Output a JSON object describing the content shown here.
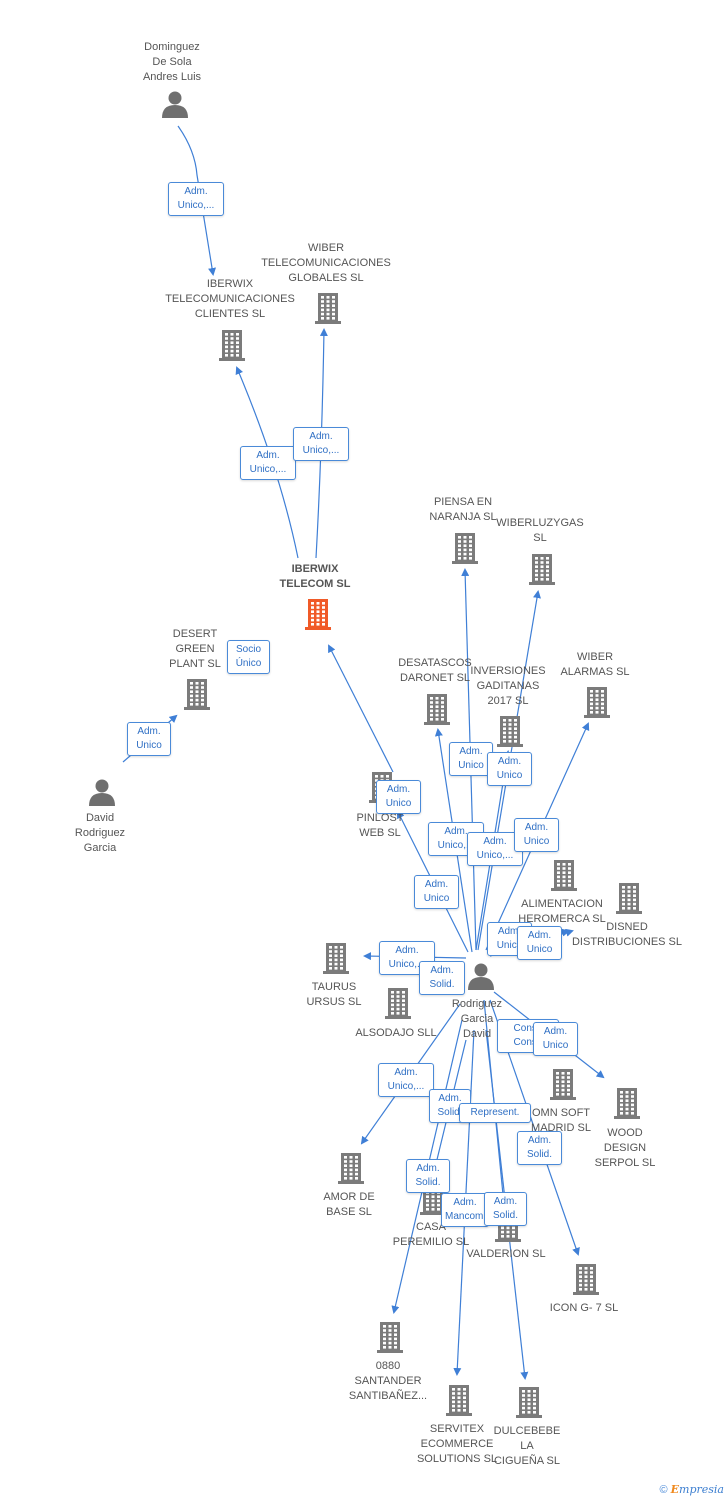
{
  "nodes": [
    {
      "id": "dominguez",
      "type": "person",
      "label": "Dominguez\nDe Sola\nAndres Luis"
    },
    {
      "id": "iberwix_cli",
      "type": "company",
      "label": "IBERWIX\nTELECOMUNICACIONES\nCLIENTES  SL"
    },
    {
      "id": "wiber_glob",
      "type": "company",
      "label": "WIBER\nTELECOMUNICACIONES\nGLOBALES  SL"
    },
    {
      "id": "iberwix_tel",
      "type": "main",
      "label": "IBERWIX\nTELECOM  SL"
    },
    {
      "id": "desert",
      "type": "company",
      "label": "DESERT\nGREEN\nPLANT  SL"
    },
    {
      "id": "david_rg",
      "type": "person",
      "label": "David\nRodriguez\nGarcia"
    },
    {
      "id": "piensa",
      "type": "company",
      "label": "PIENSA EN\nNARANJA SL"
    },
    {
      "id": "wiberluz",
      "type": "company",
      "label": "WIBERLUZYGAS\nSL"
    },
    {
      "id": "desatascos",
      "type": "company",
      "label": "DESATASCOS\nDARONET  SL"
    },
    {
      "id": "inversiones",
      "type": "company",
      "label": "INVERSIONES\nGADITANAS\n2017  SL"
    },
    {
      "id": "wiber_alarm",
      "type": "company",
      "label": "WIBER\nALARMAS  SL"
    },
    {
      "id": "pinlost",
      "type": "company",
      "label": "PINLOST\nWEB  SL"
    },
    {
      "id": "alimentacion",
      "type": "company",
      "label": "ALIMENTACION\nHEROMERCA SL"
    },
    {
      "id": "disned",
      "type": "company",
      "label": "DISNED\nDISTRIBUCIONES SL"
    },
    {
      "id": "rodriguez",
      "type": "person",
      "label": "Rodriguez\nGarcia\nDavid"
    },
    {
      "id": "taurus",
      "type": "company",
      "label": "TAURUS\nURSUS  SL"
    },
    {
      "id": "alsodajo",
      "type": "company",
      "label": "ALSODAJO SLL"
    },
    {
      "id": "omn",
      "type": "company",
      "label": "OMN SOFT\nMADRID SL"
    },
    {
      "id": "wood",
      "type": "company",
      "label": "WOOD\nDESIGN\nSERPOL  SL"
    },
    {
      "id": "amor",
      "type": "company",
      "label": "AMOR DE\nBASE  SL"
    },
    {
      "id": "casa",
      "type": "company",
      "label": "CASA\nPEREMILIO  SL"
    },
    {
      "id": "valderion",
      "type": "company",
      "label": "VALDERION  SL"
    },
    {
      "id": "icon",
      "type": "company",
      "label": "ICON G- 7  SL"
    },
    {
      "id": "santander",
      "type": "company",
      "label": "0880\nSANTANDER\nSANTIBAÑEZ..."
    },
    {
      "id": "servitex",
      "type": "company",
      "label": "SERVITEX\nECOMMERCE\nSOLUTIONS SL"
    },
    {
      "id": "dulcebebe",
      "type": "company",
      "label": "DULCEBEBE\nLA\nCIGUEÑA  SL"
    }
  ],
  "relations": [
    {
      "text": "Adm.\nUnico,..."
    },
    {
      "text": "Adm.\nUnico,..."
    },
    {
      "text": "Adm.\nUnico,..."
    },
    {
      "text": "Socio\nÚnico"
    },
    {
      "text": "Adm.\nUnico"
    },
    {
      "text": "Adm.\nUnico"
    },
    {
      "text": "Adm.\nUnico"
    },
    {
      "text": "Adm.\nUnico"
    },
    {
      "text": "Adm.\nUnico,..."
    },
    {
      "text": "Adm.\nUnico,..."
    },
    {
      "text": "Adm.\nUnico"
    },
    {
      "text": "Adm.\nUnico"
    },
    {
      "text": "Adm.\nUnico"
    },
    {
      "text": "Adm.\nUnico"
    },
    {
      "text": "Adm.\nUnico,..."
    },
    {
      "text": "Adm.\nSolid."
    },
    {
      "text": "Conse\nConse"
    },
    {
      "text": "Adm.\nUnico"
    },
    {
      "text": "Adm.\nUnico,..."
    },
    {
      "text": "Adm.\nSolid."
    },
    {
      "text": "Represent."
    },
    {
      "text": "Adm.\nSolid."
    },
    {
      "text": "Adm.\nSolid."
    },
    {
      "text": "Adm.\nMancom."
    },
    {
      "text": "Adm.\nSolid."
    }
  ],
  "colors": {
    "edge": "#3f7fd6",
    "company_icon": "#7b7b7b",
    "main_icon": "#f05a28",
    "person_icon": "#6f6f6f"
  },
  "footer": {
    "copyright": "©",
    "brand": "mpresia",
    "brand_initial": "E"
  }
}
